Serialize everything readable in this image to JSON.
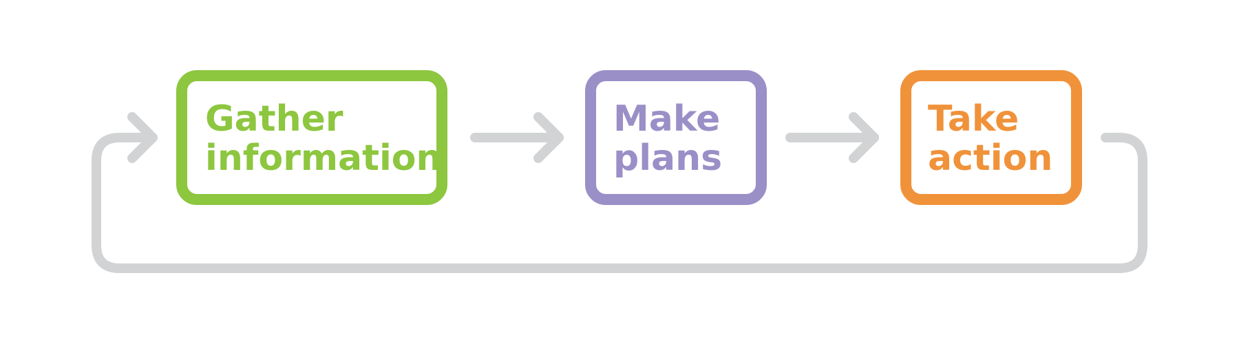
{
  "steps": [
    {
      "line1": "Gather",
      "line2": "information",
      "color": "#8dc63f"
    },
    {
      "line1": "Make",
      "line2": "plans",
      "color": "#9b8fc7"
    },
    {
      "line1": "Take",
      "line2": "action",
      "color": "#f0923a"
    }
  ],
  "connector_color": "#d2d3d5"
}
